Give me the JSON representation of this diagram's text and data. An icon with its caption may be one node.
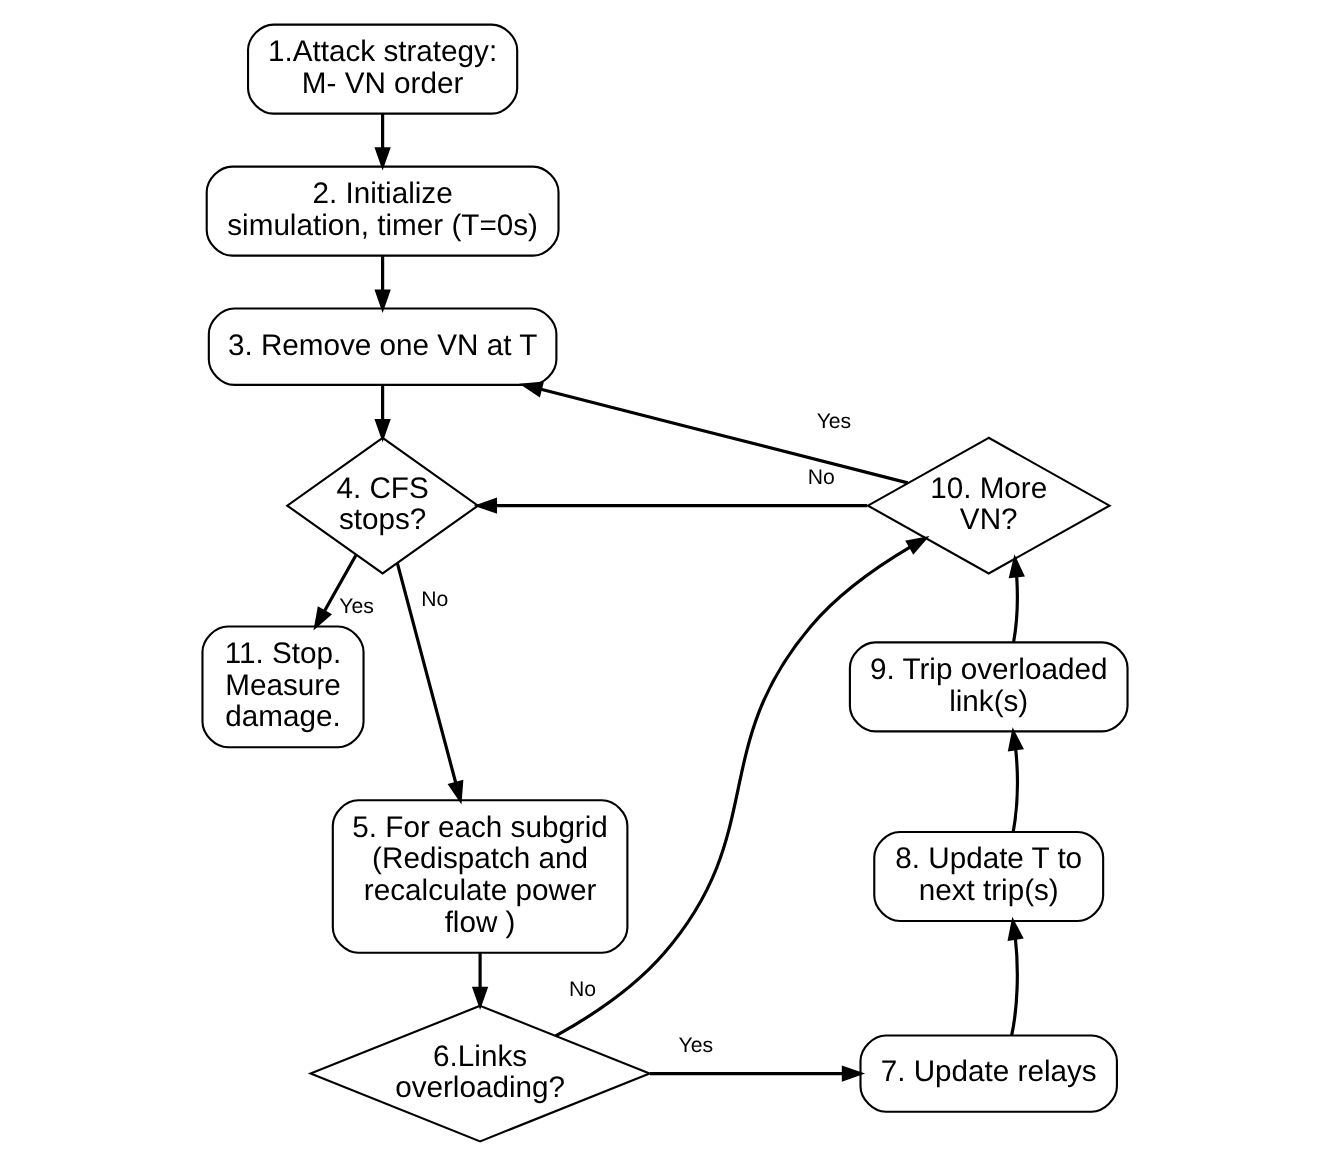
{
  "diagram": {
    "nodes": [
      {
        "text": [
          "1.Attack strategy: M- VN order"
        ]
      },
      {
        "text": [
          "2. Initialize simulation, timer (T=0s)"
        ]
      },
      {
        "text": [
          "3. Remove one VN at T"
        ]
      },
      {
        "text": [
          "4. CFS stops?"
        ]
      },
      {
        "text": [
          "11. Stop. Measure damage."
        ]
      },
      {
        "text": [
          "5. For each subgrid (Redispatch and recalculate power flow )"
        ]
      },
      {
        "text": [
          "6.Links overloading?"
        ]
      },
      {
        "text": [
          "7. Update relays"
        ]
      },
      {
        "text": [
          "8. Update T to next trip(s)"
        ]
      },
      {
        "text": [
          "9. Trip overloaded link(s)"
        ]
      },
      {
        "text": [
          "10. More VN?"
        ]
      }
    ],
    "edges": [
      {
        "from": 0,
        "to": 1,
        "arrow": "to"
      },
      {
        "from": 1,
        "to": 2,
        "arrow": "to"
      },
      {
        "from": 2,
        "to": 3,
        "arrow": "to"
      },
      {
        "from": 3,
        "to": 4,
        "arrow": "to",
        "label": "Yes"
      },
      {
        "from": 3,
        "to": 5,
        "arrow": "to",
        "label": "No"
      },
      {
        "from": 5,
        "to": 6,
        "arrow": "to"
      },
      {
        "from": 6,
        "to": 7,
        "arrow": "to",
        "label": "Yes"
      },
      {
        "from": 6,
        "to": 10,
        "arrow": "to",
        "label": "No"
      },
      {
        "from": 7,
        "to": 8,
        "arrow": "to"
      },
      {
        "from": 8,
        "to": 9,
        "arrow": "to"
      },
      {
        "from": 9,
        "to": 10,
        "arrow": "to"
      },
      {
        "from": 10,
        "to": 2,
        "arrow": "to",
        "label": "Yes"
      },
      {
        "from": 10,
        "to": 3,
        "arrow": "to",
        "label": "No"
      }
    ]
  }
}
